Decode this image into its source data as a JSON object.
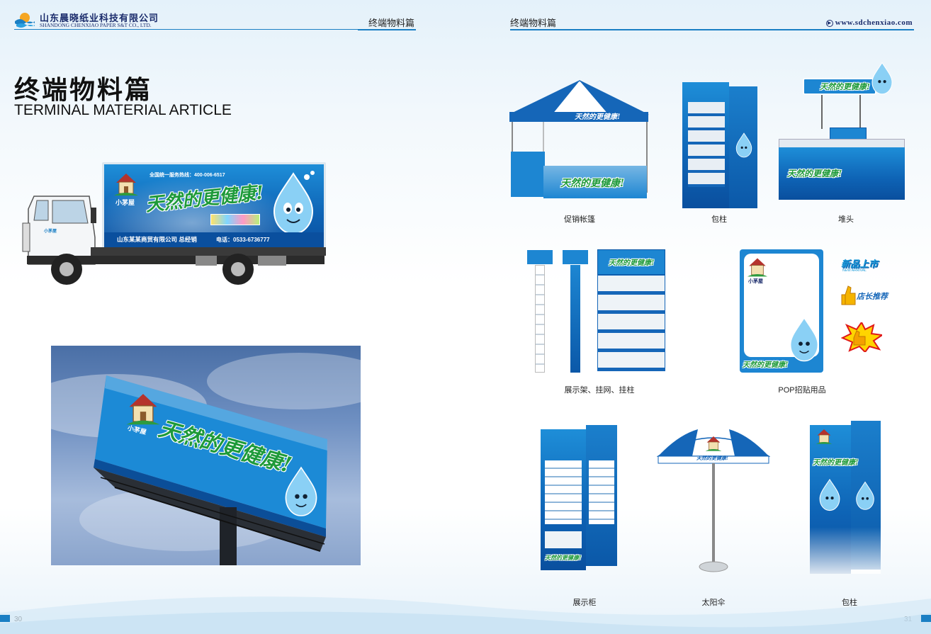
{
  "header": {
    "company_cn": "山东晨晓纸业科技有限公司",
    "company_en": "SHANDONG CHENXIAO PAPER S&T CO., LTD.",
    "left_section_title": "终端物料篇",
    "right_section_title": "终端物料篇",
    "website": "www.sdchenxiao.com"
  },
  "section": {
    "title_cn": "终端物料篇",
    "title_en": "TERMINAL MATERIAL ARTICLE"
  },
  "truck": {
    "hotline": "全国统一服务热线：400-006-6517",
    "slogan": "天然的更健康!",
    "dealer": "山东某某商贸有限公司 总经销",
    "phone": "电话：0533-6736777",
    "brand": "小茅屋"
  },
  "billboard": {
    "slogan": "天然的更健康!",
    "brand": "小茅屋"
  },
  "items": [
    {
      "caption": "促销帐篷"
    },
    {
      "caption": "包柱"
    },
    {
      "caption": "堆头"
    },
    {
      "caption": "展示架、挂网、挂柱"
    },
    {
      "caption": "POP招贴用品"
    },
    {
      "caption": "展示柜"
    },
    {
      "caption": "太阳伞"
    },
    {
      "caption": "包柱"
    }
  ],
  "pop": {
    "tag_new": "新品上市",
    "tag_new_en": "NEW ARRIVAL",
    "tag_recommend": "店长推荐",
    "brand": "小茅屋"
  },
  "pages": {
    "left": "30",
    "right": "31"
  },
  "colors": {
    "accent": "#1a7fc4",
    "brand_blue": "#0e63b5",
    "slogan_green": "#1e9a3a"
  }
}
